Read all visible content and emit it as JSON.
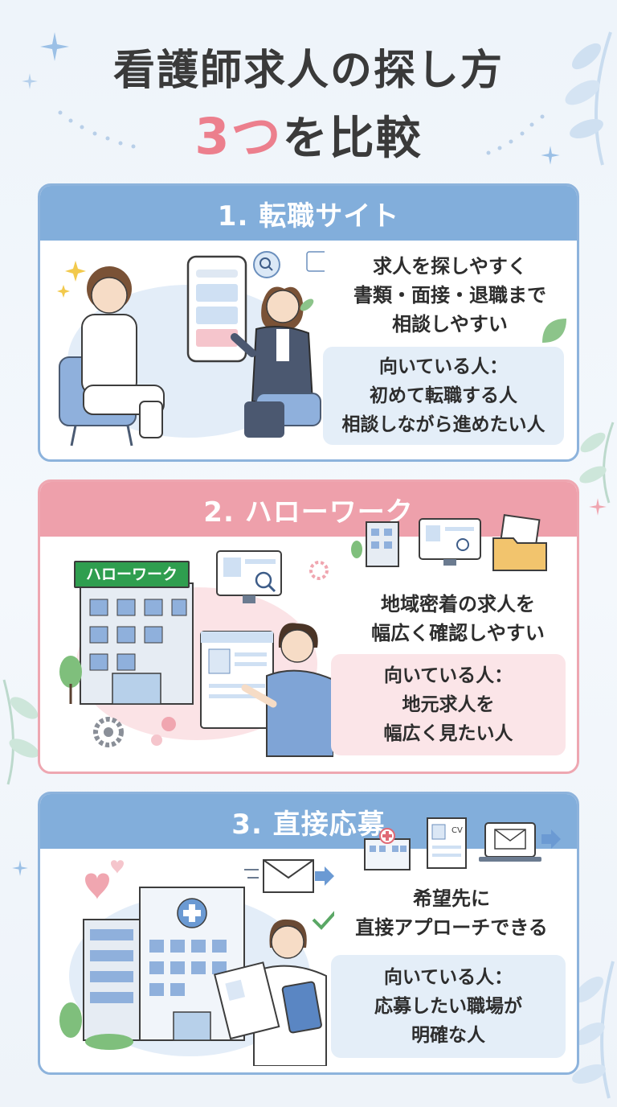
{
  "title": {
    "line1": "看護師求人の探し方",
    "line2_highlight": "3つ",
    "line2_rest": "を比較"
  },
  "cards": [
    {
      "heading": "1. 転職サイト",
      "desc_lines": [
        "求人を探しやすく",
        "書類・面接・退職まで",
        "相談しやすい"
      ],
      "fit_title": "向いている人：",
      "fit_lines": [
        "初めて転職する人",
        "相談しながら進めたい人"
      ]
    },
    {
      "heading": "2. ハローワーク",
      "sign": "ハローワーク",
      "desc_lines": [
        "地域密着の求人を",
        "幅広く確認しやすい"
      ],
      "fit_title": "向いている人：",
      "fit_lines": [
        "地元求人を",
        "幅広く見たい人"
      ]
    },
    {
      "heading": "3. 直接応募",
      "cv_label": "CV",
      "desc_lines": [
        "希望先に",
        "直接アプローチできる"
      ],
      "fit_title": "向いている人：",
      "fit_lines": [
        "応募したい職場が",
        "明確な人"
      ]
    }
  ],
  "colors": {
    "blue_header": "#82aedb",
    "pink_header": "#eea0ab",
    "title_accent": "#ec7f8d",
    "blue_box": "#e4eef8",
    "pink_box": "#fbe5e8"
  }
}
